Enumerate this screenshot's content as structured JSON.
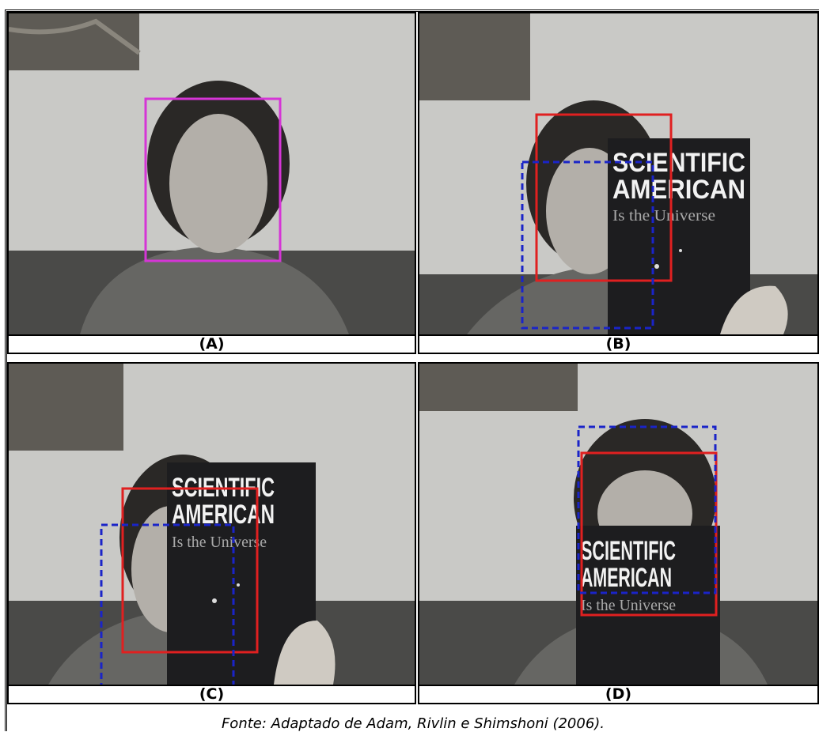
{
  "panels": [
    {
      "label": "(A)"
    },
    {
      "label": "(B)"
    },
    {
      "label": "(C)"
    },
    {
      "label": "(D)"
    }
  ],
  "magazine": {
    "title_line1": "SCIENTIFIC",
    "title_line2": "AMERICAN",
    "cover_line": "Is the Universe"
  },
  "box_colors": {
    "initial": "#d535d6",
    "tracker": "#e02020",
    "reference": "#1a24c8"
  },
  "caption": "Fonte: Adaptado de Adam, Rivlin e Shimshoni (2006)."
}
